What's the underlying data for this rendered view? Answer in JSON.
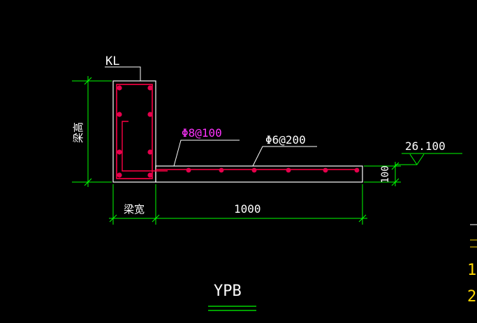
{
  "drawing": {
    "beam_label": "KL",
    "beam_height_label": "梁高",
    "beam_width_label": "梁宽",
    "slab_length_label": "1000",
    "slab_thickness_label": "100",
    "rebar_distribution_label": "Φ8@100",
    "rebar_main_label": "Φ6@200",
    "elevation_label": "26.100",
    "title": "YPB",
    "edge_text_1": "1.",
    "edge_text_2": "2"
  },
  "colors": {
    "background": "#000000",
    "outline": "#ffffff",
    "dimension": "#00ff00",
    "rebar": "#ff0044",
    "rebar_dot": "#e6004c",
    "magenta_text": "#ff33ff",
    "yellow": "#ffd700"
  }
}
